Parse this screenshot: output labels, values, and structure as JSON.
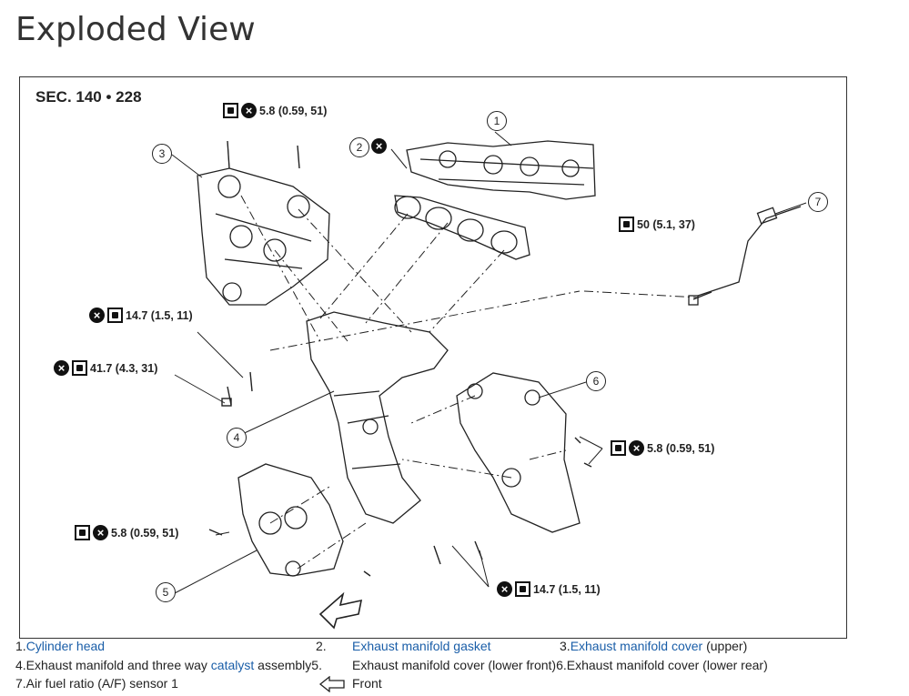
{
  "page_title": "Exploded View",
  "figure": {
    "section_label": "SEC. 140 • 228",
    "callouts": [
      "1",
      "2",
      "3",
      "4",
      "5",
      "6",
      "7"
    ],
    "torque_specs": {
      "top": "5.8 (0.59, 51)",
      "sensor": "50 (5.1, 37)",
      "stud_left": "14.7 (1.5, 11)",
      "nut_left": "41.7 (4.3, 31)",
      "right": "5.8 (0.59, 51)",
      "lower_left": "5.8 (0.59, 51)",
      "bottom": "14.7 (1.5, 11)"
    },
    "icons": [
      "do-not-reuse-icon",
      "torque-wrench-icon",
      "front-arrow-icon"
    ]
  },
  "legend": {
    "row1": {
      "n1": "1.",
      "l1": "Cylinder head",
      "n2": "2.",
      "l2": "Exhaust manifold gasket",
      "n3": "3.",
      "l3": "Exhaust manifold cover",
      "s3": " (upper)"
    },
    "row2": {
      "p4": "4.Exhaust manifold and three way ",
      "l4": "catalyst",
      "s4": " assembly5.",
      "t5": "Exhaust manifold cover (lower front)6.Exhaust manifold cover (lower rear)"
    },
    "row3": {
      "t7": "7.Air fuel ratio (A/F) sensor 1",
      "front": "Front"
    }
  },
  "colors": {
    "link": "#1a5ea8",
    "line": "#222222"
  }
}
